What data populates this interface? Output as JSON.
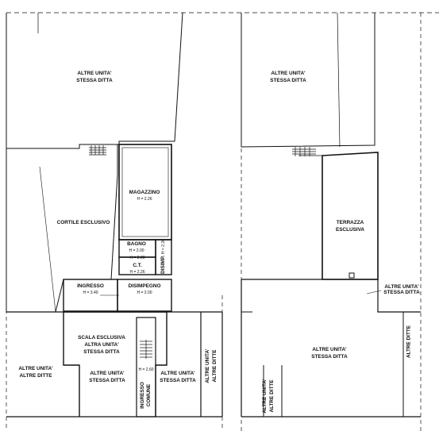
{
  "left_plan": {
    "top_block": [
      "ALTRE UNITA'",
      "STESSA DITTA"
    ],
    "courtyard": "CORTILE ESCLUSIVO",
    "storage": {
      "name": "MAGAZZINO",
      "height": "H = 2.26"
    },
    "bathroom": {
      "name": "BAGNO",
      "height": "H = 2.00"
    },
    "small_hall": {
      "name": "DISIMP.",
      "height": "H = 2.26"
    },
    "boiler": {
      "name": "C.T.",
      "height_a": "H = 2.00",
      "height_b": "H = 2.26"
    },
    "entrance": {
      "name": "INGRESSO",
      "height": "H = 3.40"
    },
    "hall": {
      "name": "DISIMPEGNO",
      "height": "H = 2.00"
    },
    "staircase": [
      "SCALA ESCLUSIVA",
      "ALTRA UNITA'",
      "STESSA DITTA"
    ],
    "shared_entrance": [
      "INGRESSO",
      "COMUNE"
    ],
    "shared_height": "H = 2.60",
    "bottom_left": [
      "ALTRE UNITA'",
      "ALTRE DITTE"
    ],
    "bottom_mid": [
      "ALTRE UNITA'",
      "STESSA DITTA"
    ],
    "bottom_right": [
      "ALTRE UNITA'",
      "STESSA DITTA"
    ],
    "vertical_right": [
      "ALTRE UNITA'",
      "ALTRE DITTE"
    ]
  },
  "right_plan": {
    "top_block": [
      "ALTRE UNITA'",
      "STESSA DITTA"
    ],
    "terrace": [
      "TERRAZZA",
      "ESCLUSIVA"
    ],
    "side_note": [
      "ALTRE UNITA'",
      "STESSA DITTA"
    ],
    "bottom_block": [
      "ALTRE UNITA'",
      "STESSA DITTA"
    ],
    "vertical_left": [
      "ALTRE UNITA'",
      "ALTRE DITTE"
    ],
    "vertical_right": "ALTRE DITTE"
  }
}
